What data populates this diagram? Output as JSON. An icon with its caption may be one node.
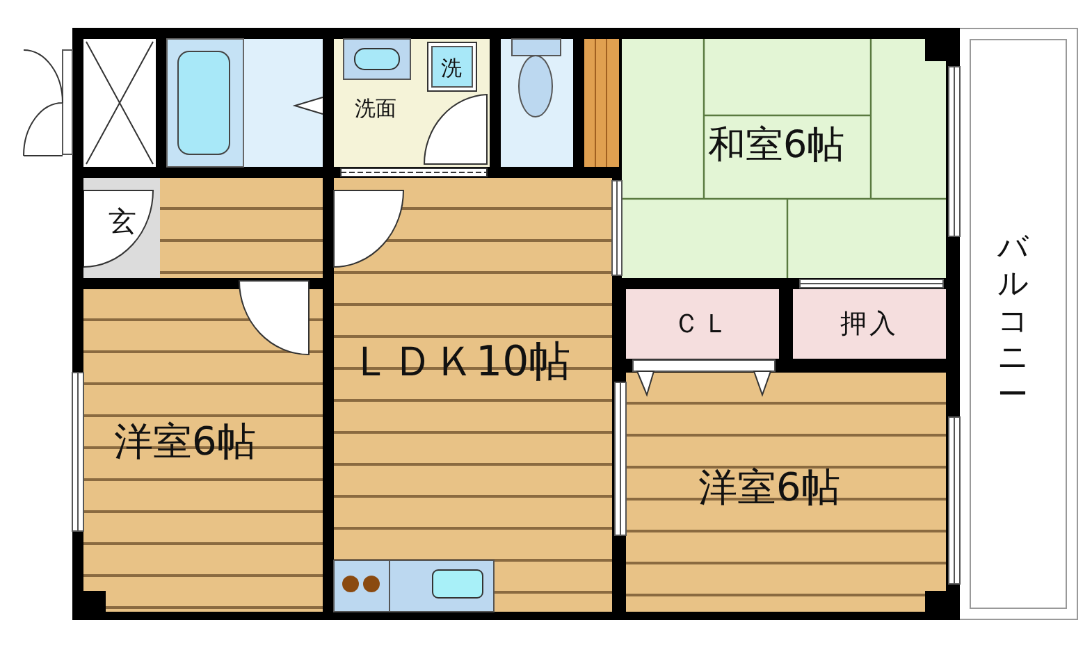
{
  "diagram": {
    "nodes": [
      {
        "text": [
          "洗面"
        ]
      },
      {
        "text": [
          "洗"
        ],
        "in": 0
      },
      {
        "text": [
          "和室6帖"
        ]
      },
      {
        "text": [
          "玄"
        ]
      },
      {
        "text": [
          "ＣＬ"
        ]
      },
      {
        "text": [
          "押入"
        ]
      },
      {
        "text": [
          "ＬＤＫ10帖"
        ]
      },
      {
        "text": [
          "洋室6帖"
        ]
      },
      {
        "text": [
          "洋室6帖"
        ]
      },
      {
        "text": [
          "バルコニー"
        ]
      }
    ]
  }
}
